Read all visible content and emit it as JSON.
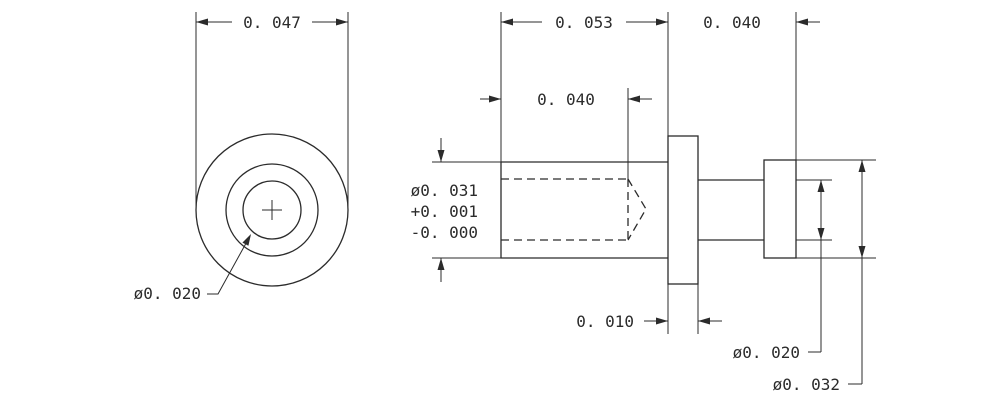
{
  "drawing": {
    "ink_color": "#2b2b2b",
    "background_color": "#ffffff",
    "end_view": {
      "width_label": "0. 047",
      "bore_label": "ø0. 020"
    },
    "side_view": {
      "body_length_label": "0. 053",
      "tip_length_label": "0. 040",
      "bore_depth_label": "0. 040",
      "bore_diameter_label": "ø0. 031",
      "bore_tol_plus_label": "+0. 001",
      "bore_tol_minus_label": "-0. 000",
      "flange_thickness_label": "0. 010",
      "neck_diameter_label": "ø0. 020",
      "head_diameter_label": "ø0. 032"
    }
  }
}
